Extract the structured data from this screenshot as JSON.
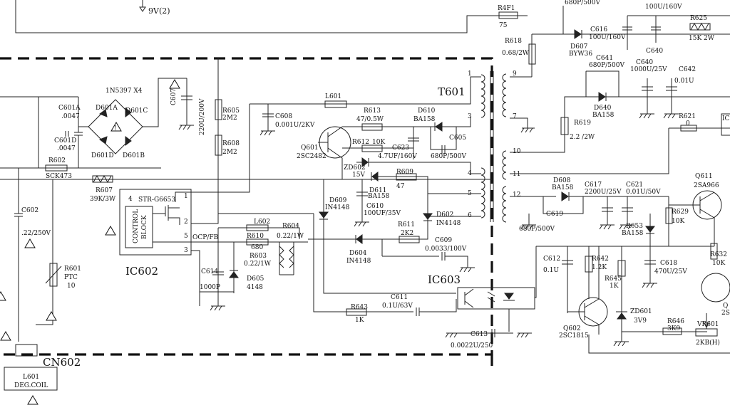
{
  "top": {
    "supply_9v": "9V(2)",
    "r4f1": "R4F1",
    "r4f1_v": "75",
    "c_top_left": "680P/500V",
    "c_top_right": "100U/160V",
    "r618": "R618",
    "r618_v": "0.68/2W",
    "d607": "D607",
    "d607_v": "BYW36",
    "c616": "C616",
    "c616_v": "100U/160V",
    "c640_top": "C640",
    "r625": "R625",
    "r625_v": "15K 2W"
  },
  "transformer": {
    "name": "T601",
    "pins": [
      "1",
      "3",
      "4",
      "5",
      "6",
      "9",
      "7",
      "10",
      "11",
      "12"
    ]
  },
  "secondary": {
    "c641": "C641",
    "c641_v": "680P/500V",
    "c640": "C640",
    "c640_v": "1000U/25V",
    "c642": "C642",
    "c642_v": "0.01U",
    "d640": "D640",
    "d640_v": "BA158",
    "r619": "R619",
    "r619_v": "2.2 /2W",
    "r621": "R621",
    "r621_v": "0",
    "ic_edge": "IC",
    "d608": "D608",
    "d608_v": "BA158",
    "c617": "C617",
    "c617_v": "2200U/25V",
    "c621": "C621",
    "c621_v": "0.01U/50V",
    "c619": "C619",
    "c619_v": "680P/500V",
    "r653": "R653",
    "r653_v": "BA158",
    "q611": "Q611",
    "q611_v": "2SA966",
    "r629": "R629",
    "r629_v": "10K",
    "r632": "R632",
    "r632_v": "10K",
    "q_edge": "Q",
    "s_edge": "2S",
    "c612": "C612",
    "c612_v": "0.1U",
    "r642": "R642",
    "r642_v": "1.2K",
    "r645": "R645",
    "r645_v": "1K",
    "c618": "C618",
    "c618_v": "470U/25V",
    "q602": "Q602",
    "q602_v": "2SC1815",
    "zd601": "ZD601",
    "zd601_v": "3V9",
    "r646": "R646",
    "r646_v": "3K9",
    "vr601": "VR601",
    "vr601_v": "2KB(H)",
    "c613": "C613",
    "c613_v": "0.0022U/250"
  },
  "primary": {
    "bridge": "1N5397 X4",
    "c601a": "C601A",
    "c601a_v": ".0047",
    "c601d": "C601D",
    "c601d_v": ".0047",
    "d601a": "D601A",
    "d601c": "D601C",
    "d601d": "D601D",
    "d601b": "D601B",
    "c607": "C607",
    "c607_v": "220U/200V",
    "r605": "R605",
    "r605_v": "2M2",
    "r608": "R608",
    "r608_v": "2M2",
    "c608": "C608",
    "c608_v": "0.001U/2KV",
    "l601": "L601",
    "r613": "R613",
    "r613_v": "47/0.5W",
    "d610": "D610",
    "d610_v": "BA158",
    "q601": "Q601",
    "q601_v": "2SC2482",
    "r612": "R612",
    "r612_v": "10K",
    "c623": "C623",
    "c623_v": "4.7UF/160V",
    "c605": "C605",
    "c605_v": "680P/500V",
    "zd602": "ZD602",
    "zd602_v": "15V",
    "d611": "D611",
    "d611_v": "BA158",
    "r609": "R609",
    "r609_v": "47",
    "c610": "C610",
    "c610_v": "100UF/35V",
    "d609": "D609",
    "d609_v": "IN4148",
    "r611": "R611",
    "r611_v": "2K2",
    "d602": "D602",
    "d602_v": "IN4148",
    "c609": "C609",
    "c609_v": "0.0033/100V",
    "d604": "D604",
    "d604_v": "IN4148",
    "r602": "R602",
    "r602_v": "SCK473",
    "r607": "R607",
    "r607_v": "39K/3W",
    "ic602_chip": "STR-G6653",
    "control_block": [
      "CONTROL",
      "BLOCK"
    ],
    "ic602_pins": [
      "4",
      "1",
      "2",
      "5",
      "3"
    ],
    "ocp_fb": "OCP/FB",
    "ic602": "IC602",
    "l602": "L602",
    "r610": "R610",
    "r610_v": "680",
    "r604": "R604",
    "r604_v": "0.22/1W",
    "r603": "R603",
    "r603_v": "0.22/1W",
    "c614": "C614",
    "c614_v": "1000P",
    "d605": "D605",
    "d605_v": "4148",
    "c602": "C602",
    "c602_v": ".22/250V",
    "r601": "R601",
    "r601_v1": "PTC",
    "r601_v2": "10",
    "ic603": "IC603",
    "c611": "C611",
    "c611_v": "0.1U/63V",
    "r643": "R643",
    "r643_v": "1K",
    "cn602": "CN602",
    "l601_deg": "L601",
    "l601_deg_v": "DEG.COIL"
  }
}
